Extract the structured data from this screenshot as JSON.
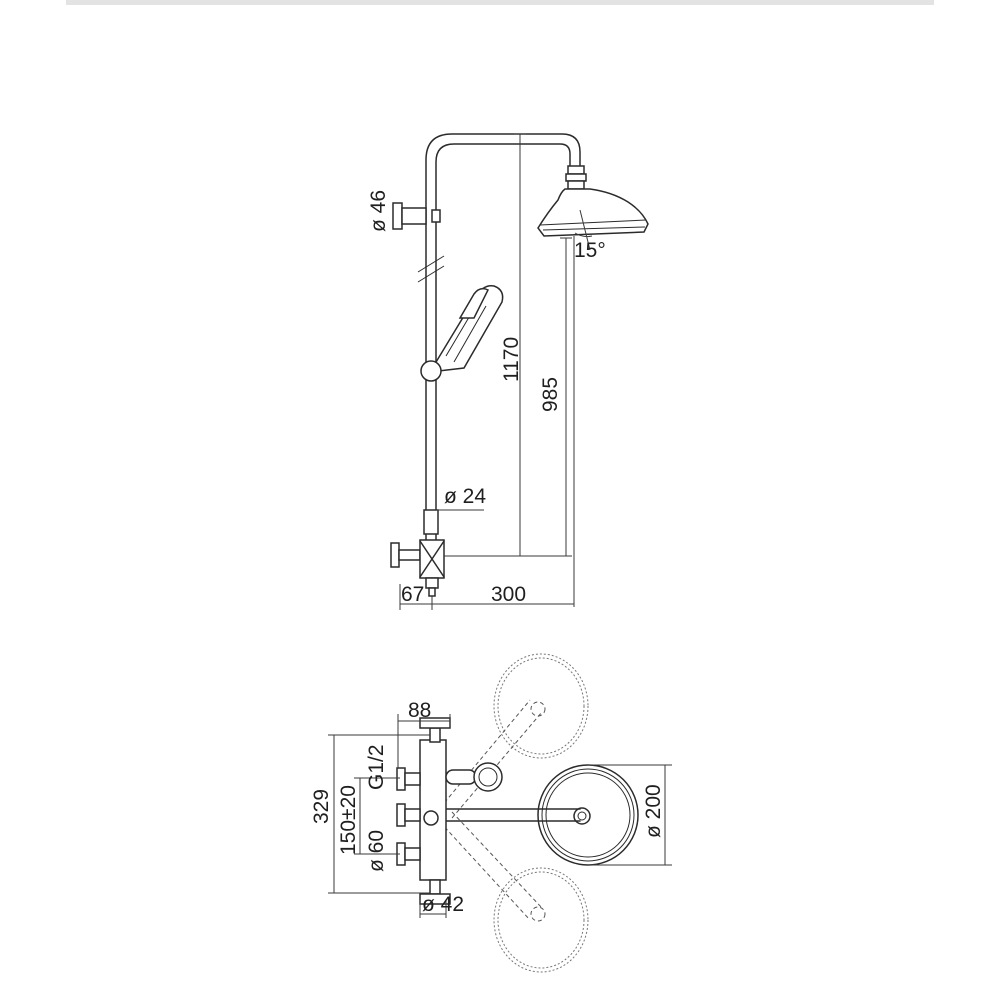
{
  "diagram": {
    "elevation": {
      "dia_arm_bracket": "ø 46",
      "rain_angle": "15°",
      "height_total": "1170",
      "height_head": "985",
      "dia_rail": "ø 24",
      "offset_valve": "67",
      "reach": "300"
    },
    "plan": {
      "width_valve": "88",
      "inlet_thread": "G1/2",
      "height_valve": "329",
      "inlet_centres": "150±20",
      "dia_escutcheon": "ø 60",
      "dia_body": "ø 42",
      "dia_head": "ø 200"
    }
  }
}
